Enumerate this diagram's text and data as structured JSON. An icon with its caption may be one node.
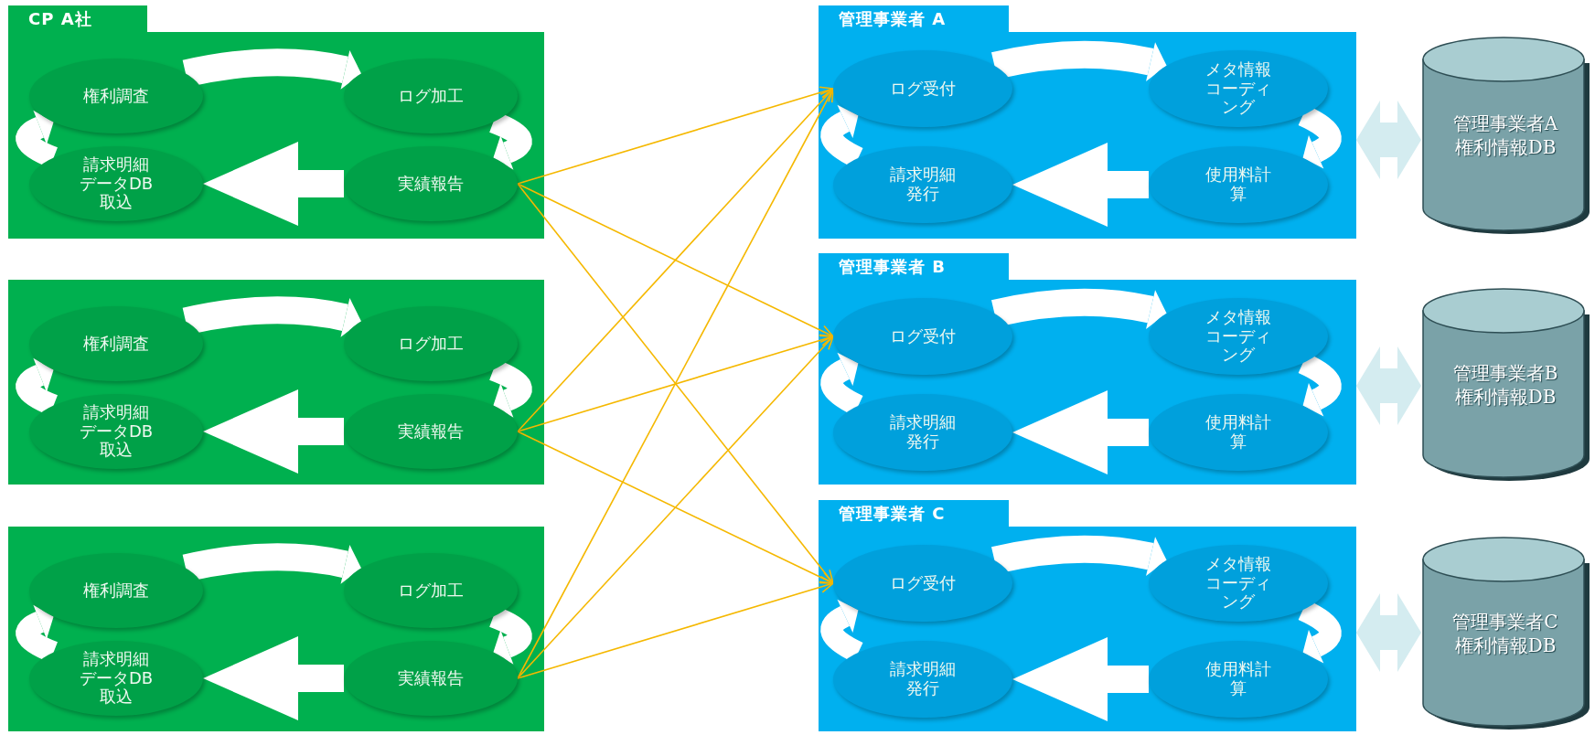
{
  "diagram": {
    "nodes": [
      {
        "text": [
          "CP A社"
        ]
      },
      {
        "text": [
          "権利調査"
        ],
        "in": 0
      },
      {
        "text": [
          "ログ加工"
        ],
        "in": 0
      },
      {
        "text": [
          "請求明細データDB取込"
        ],
        "in": 0
      },
      {
        "text": [
          "実績報告"
        ],
        "in": 0
      },
      {
        "text": [],
        "shape": "box"
      },
      {
        "text": [
          "権利調査"
        ],
        "in": 5
      },
      {
        "text": [
          "ログ加工"
        ],
        "in": 5
      },
      {
        "text": [
          "請求明細データDB取込"
        ],
        "in": 5
      },
      {
        "text": [
          "実績報告"
        ],
        "in": 5
      },
      {
        "text": [],
        "shape": "box"
      },
      {
        "text": [
          "権利調査"
        ],
        "in": 10
      },
      {
        "text": [
          "ログ加工"
        ],
        "in": 10
      },
      {
        "text": [
          "請求明細データDB取込"
        ],
        "in": 10
      },
      {
        "text": [
          "実績報告"
        ],
        "in": 10
      },
      {
        "text": [
          "管理事業者 A"
        ]
      },
      {
        "text": [
          "ログ受付"
        ],
        "in": 15
      },
      {
        "text": [
          "メタ情報コーディング"
        ],
        "in": 15
      },
      {
        "text": [
          "請求明細発行"
        ],
        "in": 15
      },
      {
        "text": [
          "使用料計算"
        ],
        "in": 15
      },
      {
        "text": [
          "管理事業者 B"
        ]
      },
      {
        "text": [
          "ログ受付"
        ],
        "in": 20
      },
      {
        "text": [
          "メタ情報コーディング"
        ],
        "in": 20
      },
      {
        "text": [
          "請求明細発行"
        ],
        "in": 20
      },
      {
        "text": [
          "使用料計算"
        ],
        "in": 20
      },
      {
        "text": [
          "管理事業者 C"
        ]
      },
      {
        "text": [
          "ログ受付"
        ],
        "in": 25
      },
      {
        "text": [
          "メタ情報コーディング"
        ],
        "in": 25
      },
      {
        "text": [
          "請求明細発行"
        ],
        "in": 25
      },
      {
        "text": [
          "使用料計算"
        ],
        "in": 25
      },
      {
        "text": [
          "管理事業者A権利情報DB"
        ]
      },
      {
        "text": [
          "管理事業者B権利情報DB"
        ]
      },
      {
        "text": [
          "管理事業者C権利情報DB"
        ]
      }
    ],
    "edges": [
      {
        "from": 1,
        "to": 2,
        "arrow": "to"
      },
      {
        "from": 2,
        "to": 4,
        "arrow": "to"
      },
      {
        "from": 4,
        "to": 3,
        "arrow": "to"
      },
      {
        "from": 3,
        "to": 1,
        "arrow": "to"
      },
      {
        "from": 6,
        "to": 7,
        "arrow": "to"
      },
      {
        "from": 7,
        "to": 9,
        "arrow": "to"
      },
      {
        "from": 9,
        "to": 8,
        "arrow": "to"
      },
      {
        "from": 8,
        "to": 6,
        "arrow": "to"
      },
      {
        "from": 11,
        "to": 12,
        "arrow": "to"
      },
      {
        "from": 12,
        "to": 14,
        "arrow": "to"
      },
      {
        "from": 14,
        "to": 13,
        "arrow": "to"
      },
      {
        "from": 13,
        "to": 11,
        "arrow": "to"
      },
      {
        "from": 16,
        "to": 17,
        "arrow": "to"
      },
      {
        "from": 17,
        "to": 19,
        "arrow": "to"
      },
      {
        "from": 19,
        "to": 18,
        "arrow": "to"
      },
      {
        "from": 18,
        "to": 16,
        "arrow": "to"
      },
      {
        "from": 21,
        "to": 22,
        "arrow": "to"
      },
      {
        "from": 22,
        "to": 24,
        "arrow": "to"
      },
      {
        "from": 24,
        "to": 23,
        "arrow": "to"
      },
      {
        "from": 23,
        "to": 21,
        "arrow": "to"
      },
      {
        "from": 26,
        "to": 27,
        "arrow": "to"
      },
      {
        "from": 27,
        "to": 29,
        "arrow": "to"
      },
      {
        "from": 29,
        "to": 28,
        "arrow": "to"
      },
      {
        "from": 28,
        "to": 26,
        "arrow": "to"
      },
      {
        "from": 4,
        "to": 16,
        "arrow": "to",
        "color": "#f5b800"
      },
      {
        "from": 4,
        "to": 21,
        "arrow": "to",
        "color": "#f5b800"
      },
      {
        "from": 4,
        "to": 26,
        "arrow": "to",
        "color": "#f5b800"
      },
      {
        "from": 9,
        "to": 16,
        "arrow": "to",
        "color": "#f5b800"
      },
      {
        "from": 9,
        "to": 21,
        "arrow": "to",
        "color": "#f5b800"
      },
      {
        "from": 9,
        "to": 26,
        "arrow": "to",
        "color": "#f5b800"
      },
      {
        "from": 14,
        "to": 16,
        "arrow": "to",
        "color": "#f5b800"
      },
      {
        "from": 14,
        "to": 21,
        "arrow": "to",
        "color": "#f5b800"
      },
      {
        "from": 14,
        "to": 26,
        "arrow": "to",
        "color": "#f5b800"
      },
      {
        "from": 15,
        "to": 30,
        "arrow": "both",
        "color": "#d4ecf0"
      },
      {
        "from": 20,
        "to": 31,
        "arrow": "both",
        "color": "#d4ecf0"
      },
      {
        "from": 25,
        "to": 32,
        "arrow": "both",
        "color": "#d4ecf0"
      }
    ]
  }
}
